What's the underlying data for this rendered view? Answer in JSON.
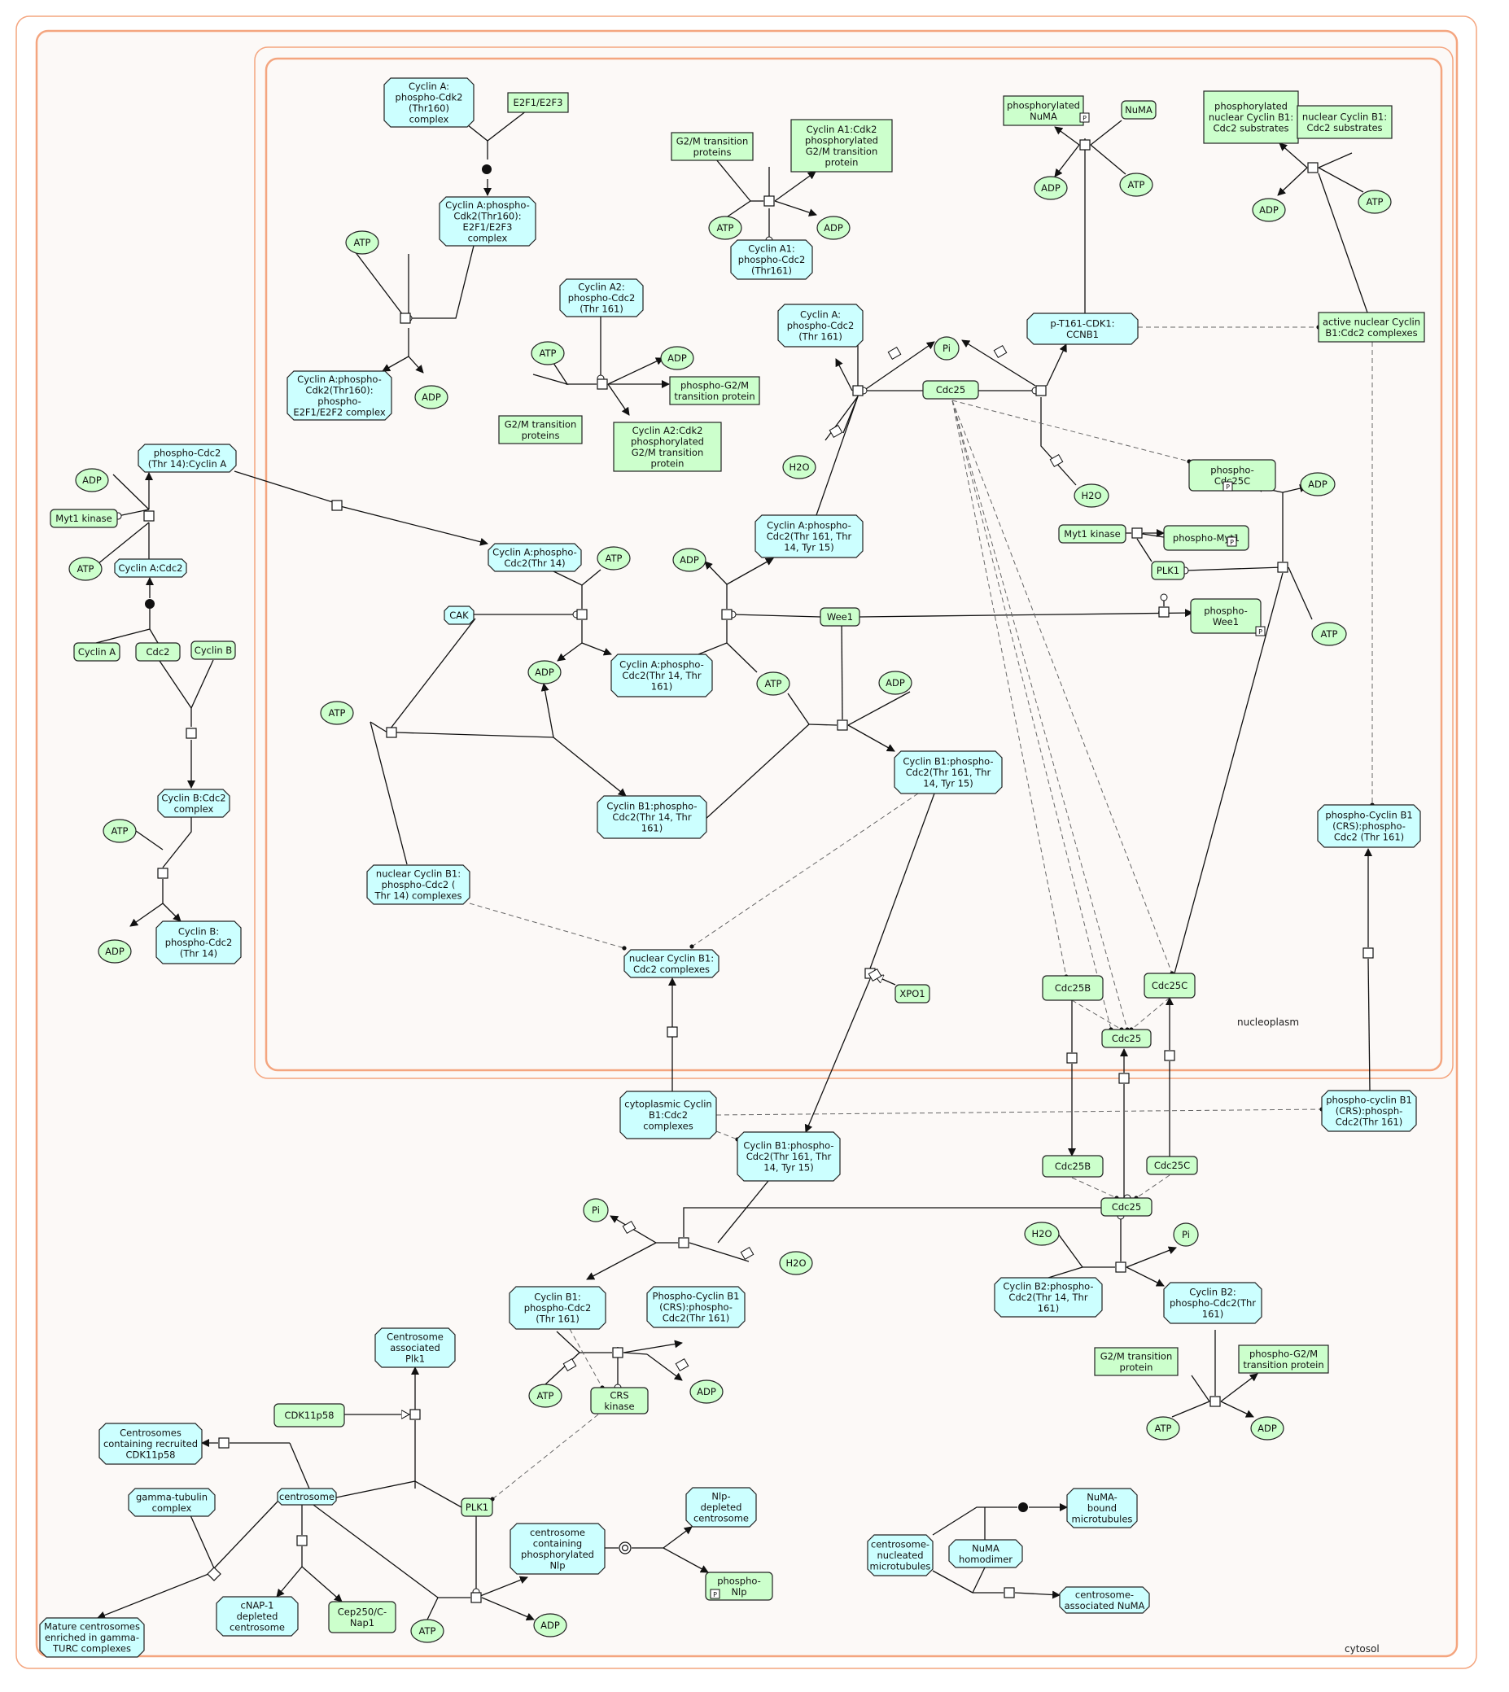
{
  "compartments": [
    {
      "id": "cytosol",
      "label": "cytosol"
    },
    {
      "id": "nucleoplasm",
      "label": "nucleoplasm"
    }
  ],
  "colors": {
    "compartment_border": "#f4a57f",
    "compartment_fill": "#fcf9f7",
    "complex_fill": "#ccffff",
    "protein_fill": "#ccffcc",
    "small_molecule_fill": "#ccffcc",
    "node_stroke": "#222222",
    "edge": "#111111",
    "dashed_edge": "#666666"
  },
  "nodes": [
    {
      "id": "cycA_pcdk2_t160",
      "label": "Cyclin A:\nphospho-Cdk2\n(Thr160)\ncomplex",
      "type": "complex"
    },
    {
      "id": "e2f1e2f3",
      "label": "E2F1/E2F3",
      "type": "protein"
    },
    {
      "id": "cycA_e2f_cx",
      "label": "Cyclin A:phospho-\nCdk2(Thr160):\nE2F1/E2F3\ncomplex",
      "type": "complex"
    },
    {
      "id": "atp_e2f",
      "label": "ATP",
      "type": "sm"
    },
    {
      "id": "cycA_e2f_p",
      "label": "Cyclin A:phospho-\nCdk2(Thr160):\nphospho-\nE2F1/E2F2 complex",
      "type": "complex"
    },
    {
      "id": "adp_e2f",
      "label": "ADP",
      "type": "sm"
    },
    {
      "id": "g2m_prot_1",
      "label": "G2/M transition\nproteins",
      "type": "protein"
    },
    {
      "id": "cycA1_g2m",
      "label": "Cyclin A1:Cdk2\nphosphorylated\nG2/M transition\nprotein",
      "type": "protein"
    },
    {
      "id": "atp_a1",
      "label": "ATP",
      "type": "sm"
    },
    {
      "id": "adp_a1",
      "label": "ADP",
      "type": "sm"
    },
    {
      "id": "cycA1_pcdc2",
      "label": "Cyclin A1:\nphospho-Cdc2\n(Thr161)",
      "type": "complex"
    },
    {
      "id": "cycA2_pcdc2",
      "label": "Cyclin A2:\nphospho-Cdc2\n(Thr 161)",
      "type": "complex"
    },
    {
      "id": "atp_a2",
      "label": "ATP",
      "type": "sm"
    },
    {
      "id": "adp_a2",
      "label": "ADP",
      "type": "sm"
    },
    {
      "id": "phospho_g2m",
      "label": "phospho-G2/M\ntransition protein",
      "type": "protein"
    },
    {
      "id": "g2m_prot_2",
      "label": "G2/M transition\nproteins",
      "type": "protein"
    },
    {
      "id": "cycA2_g2m",
      "label": "Cyclin A2:Cdk2\nphosphorylated\nG2/M transition\nprotein",
      "type": "protein"
    },
    {
      "id": "cycA_pcdc2_t161",
      "label": "Cyclin A:\nphospho-Cdc2\n(Thr 161)",
      "type": "complex"
    },
    {
      "id": "pi_1",
      "label": "Pi",
      "type": "sm"
    },
    {
      "id": "cdc25_nuc",
      "label": "Cdc25",
      "type": "protein"
    },
    {
      "id": "pt161",
      "label": "p-T161-CDK1:\nCCNB1",
      "type": "complex"
    },
    {
      "id": "h2o_1",
      "label": "H2O",
      "type": "sm"
    },
    {
      "id": "h2o_2",
      "label": "H2O",
      "type": "sm"
    },
    {
      "id": "phos_numa",
      "label": "phosphorylated\nNuMA",
      "type": "protein"
    },
    {
      "id": "numa",
      "label": "NuMA",
      "type": "protein"
    },
    {
      "id": "adp_numa",
      "label": "ADP",
      "type": "sm"
    },
    {
      "id": "atp_numa",
      "label": "ATP",
      "type": "sm"
    },
    {
      "id": "phos_nuc_b1",
      "label": "phosphorylated\nnuclear Cyclin B1:\nCdc2 substrates",
      "type": "protein"
    },
    {
      "id": "nuc_b1_subs",
      "label": "nuclear Cyclin B1:\nCdc2 substrates",
      "type": "protein"
    },
    {
      "id": "adp_b1s",
      "label": "ADP",
      "type": "sm"
    },
    {
      "id": "atp_b1s",
      "label": "ATP",
      "type": "sm"
    },
    {
      "id": "active_nuc_b1",
      "label": "active nuclear Cyclin\nB1:Cdc2 complexes",
      "type": "protein"
    },
    {
      "id": "phospho_cdc25c",
      "label": "phospho-\nCdc25C",
      "type": "protein"
    },
    {
      "id": "adp_25c",
      "label": "ADP",
      "type": "sm"
    },
    {
      "id": "atp_25c",
      "label": "ATP",
      "type": "sm"
    },
    {
      "id": "myt1_nuc",
      "label": "Myt1 kinase",
      "type": "protein"
    },
    {
      "id": "phospho_myt1",
      "label": "phospho-Myt1",
      "type": "protein"
    },
    {
      "id": "plk1_nuc",
      "label": "PLK1",
      "type": "protein"
    },
    {
      "id": "phospho_wee1",
      "label": "phospho-\nWee1",
      "type": "protein"
    },
    {
      "id": "atp_wee1",
      "label": "ATP",
      "type": "sm"
    },
    {
      "id": "phos_cdc2_t14_cycA",
      "label": "phospho-Cdc2\n(Thr 14):Cyclin A",
      "type": "complex"
    },
    {
      "id": "adp_myt",
      "label": "ADP",
      "type": "sm"
    },
    {
      "id": "myt1_cyt",
      "label": "Myt1 kinase",
      "type": "protein"
    },
    {
      "id": "atp_myt",
      "label": "ATP",
      "type": "sm"
    },
    {
      "id": "cycA_cdc2",
      "label": "Cyclin A:Cdc2",
      "type": "complex"
    },
    {
      "id": "cyclinA",
      "label": "Cyclin A",
      "type": "protein"
    },
    {
      "id": "cdc2",
      "label": "Cdc2",
      "type": "protein"
    },
    {
      "id": "cyclinB",
      "label": "Cyclin B",
      "type": "protein"
    },
    {
      "id": "cycB_cdc2",
      "label": "Cyclin B:Cdc2\ncomplex",
      "type": "complex"
    },
    {
      "id": "atp_b",
      "label": "ATP",
      "type": "sm"
    },
    {
      "id": "adp_b",
      "label": "ADP",
      "type": "sm"
    },
    {
      "id": "cycB_pcdc2_t14",
      "label": "Cyclin B:\nphospho-Cdc2\n(Thr 14)",
      "type": "complex"
    },
    {
      "id": "cycA_pcdc2_t14",
      "label": "Cyclin A:phospho-\nCdc2(Thr 14)",
      "type": "complex"
    },
    {
      "id": "atp_cak",
      "label": "ATP",
      "type": "sm"
    },
    {
      "id": "cak",
      "label": "CAK",
      "type": "complex"
    },
    {
      "id": "adp_cak",
      "label": "ADP",
      "type": "sm"
    },
    {
      "id": "cycA_pcdc2_t14_161",
      "label": "Cyclin A:phospho-\nCdc2(Thr 14, Thr\n161)",
      "type": "complex"
    },
    {
      "id": "adp_wee",
      "label": "ADP",
      "type": "sm"
    },
    {
      "id": "cycA_pcdc2_3",
      "label": "Cyclin A:phospho-\nCdc2(Thr 161, Thr\n14, Tyr 15)",
      "type": "complex"
    },
    {
      "id": "wee1",
      "label": "Wee1",
      "type": "protein"
    },
    {
      "id": "atp_wee",
      "label": "ATP",
      "type": "sm"
    },
    {
      "id": "adp_wee2",
      "label": "ADP",
      "type": "sm"
    },
    {
      "id": "atp_cak2",
      "label": "ATP",
      "type": "sm"
    },
    {
      "id": "cycB1_pcdc2_t14_161",
      "label": "Cyclin B1:phospho-\nCdc2(Thr 14, Thr\n161)",
      "type": "complex"
    },
    {
      "id": "cycB1_pcdc2_3",
      "label": "Cyclin B1:phospho-\nCdc2(Thr 161, Thr\n14, Tyr 15)",
      "type": "complex"
    },
    {
      "id": "nuc_b1_pcdc2_t14",
      "label": "nuclear Cyclin B1:\nphospho-Cdc2 (\nThr 14) complexes",
      "type": "complex"
    },
    {
      "id": "nuc_b1_cdc2",
      "label": "nuclear Cyclin B1:\nCdc2 complexes",
      "type": "complex"
    },
    {
      "id": "xpo1",
      "label": "XPO1",
      "type": "protein"
    },
    {
      "id": "phos_b1_crs_nuc",
      "label": "phospho-Cyclin B1\n(CRS):phospho-\nCdc2 (Thr 161)",
      "type": "complex"
    },
    {
      "id": "cdc25b_nuc",
      "label": "Cdc25B",
      "type": "protein"
    },
    {
      "id": "cdc25c_nuc",
      "label": "Cdc25C",
      "type": "protein"
    },
    {
      "id": "cdc25_nuc2",
      "label": "Cdc25",
      "type": "protein"
    },
    {
      "id": "cyto_b1_cdc2",
      "label": "cytoplasmic Cyclin\nB1:Cdc2\ncomplexes",
      "type": "complex"
    },
    {
      "id": "phos_b1_crs_cyt",
      "label": "phospho-cyclin B1\n(CRS):phosph-\nCdc2(Thr 161)",
      "type": "complex"
    },
    {
      "id": "cycB1_pcdc2_3_cyt",
      "label": "Cyclin B1:phospho-\nCdc2(Thr 161, Thr\n14, Tyr 15)",
      "type": "complex"
    },
    {
      "id": "cdc25b_cyt",
      "label": "Cdc25B",
      "type": "protein"
    },
    {
      "id": "cdc25c_cyt",
      "label": "Cdc25C",
      "type": "protein"
    },
    {
      "id": "cdc25_cyt",
      "label": "Cdc25",
      "type": "protein"
    },
    {
      "id": "pi_2",
      "label": "Pi",
      "type": "sm"
    },
    {
      "id": "h2o_3",
      "label": "H2O",
      "type": "sm"
    },
    {
      "id": "h2o_4",
      "label": "H2O",
      "type": "sm"
    },
    {
      "id": "pi_3",
      "label": "Pi",
      "type": "sm"
    },
    {
      "id": "cycB1_pcdc2_t161",
      "label": "Cyclin B1:\nphospho-Cdc2\n(Thr 161)",
      "type": "complex"
    },
    {
      "id": "phos_b1_crs_cyt2",
      "label": "Phospho-Cyclin B1\n(CRS):phospho-\nCdc2(Thr 161)",
      "type": "complex"
    },
    {
      "id": "cycB2_pcdc2_t14_161",
      "label": "Cyclin B2:phospho-\nCdc2(Thr 14, Thr\n161)",
      "type": "complex"
    },
    {
      "id": "cycB2_pcdc2_t161",
      "label": "Cyclin B2:\nphospho-Cdc2(Thr\n161)",
      "type": "complex"
    },
    {
      "id": "atp_crs",
      "label": "ATP",
      "type": "sm"
    },
    {
      "id": "crs_kinase",
      "label": "CRS\nkinase",
      "type": "protein"
    },
    {
      "id": "adp_crs",
      "label": "ADP",
      "type": "sm"
    },
    {
      "id": "g2m_prot_3",
      "label": "G2/M transition\nprotein",
      "type": "protein"
    },
    {
      "id": "phospho_g2m_2",
      "label": "phospho-G2/M\ntransition protein",
      "type": "protein"
    },
    {
      "id": "atp_b2",
      "label": "ATP",
      "type": "sm"
    },
    {
      "id": "adp_b2",
      "label": "ADP",
      "type": "sm"
    },
    {
      "id": "centro_plk1",
      "label": "Centrosome\nassociated\nPlk1",
      "type": "complex"
    },
    {
      "id": "cdk11p58",
      "label": "CDK11p58",
      "type": "protein"
    },
    {
      "id": "centro_cdk11",
      "label": "Centrosomes\ncontaining recruited\nCDK11p58",
      "type": "complex"
    },
    {
      "id": "gamma_tub",
      "label": "gamma-tubulin\ncomplex",
      "type": "complex"
    },
    {
      "id": "centrosome",
      "label": "centrosome",
      "type": "complex"
    },
    {
      "id": "plk1_cyt",
      "label": "PLK1",
      "type": "protein"
    },
    {
      "id": "mature_centro",
      "label": "Mature centrosomes\nenriched in gamma-\nTURC complexes",
      "type": "complex"
    },
    {
      "id": "cnap1_depl",
      "label": "cNAP-1\ndepleted\ncentrosome",
      "type": "complex"
    },
    {
      "id": "cep250",
      "label": "Cep250/C-\nNap1",
      "type": "protein"
    },
    {
      "id": "atp_plk",
      "label": "ATP",
      "type": "sm"
    },
    {
      "id": "adp_plk",
      "label": "ADP",
      "type": "sm"
    },
    {
      "id": "centro_nlp",
      "label": "centrosome\ncontaining\nphosphorylated\nNlp",
      "type": "complex"
    },
    {
      "id": "nlp_depl",
      "label": "Nlp-\ndepleted\ncentrosome",
      "type": "complex"
    },
    {
      "id": "phospho_nlp",
      "label": "phospho-\nNlp",
      "type": "protein"
    },
    {
      "id": "centro_mt",
      "label": "centrosome-\nnucleated\nmicrotubules",
      "type": "complex"
    },
    {
      "id": "numa_homo",
      "label": "NuMA\nhomodimer",
      "type": "complex"
    },
    {
      "id": "numa_mt",
      "label": "NuMA-\nbound\nmicrotubules",
      "type": "complex"
    },
    {
      "id": "centro_numa",
      "label": "centrosome-\nassociated NuMA",
      "type": "complex"
    }
  ]
}
